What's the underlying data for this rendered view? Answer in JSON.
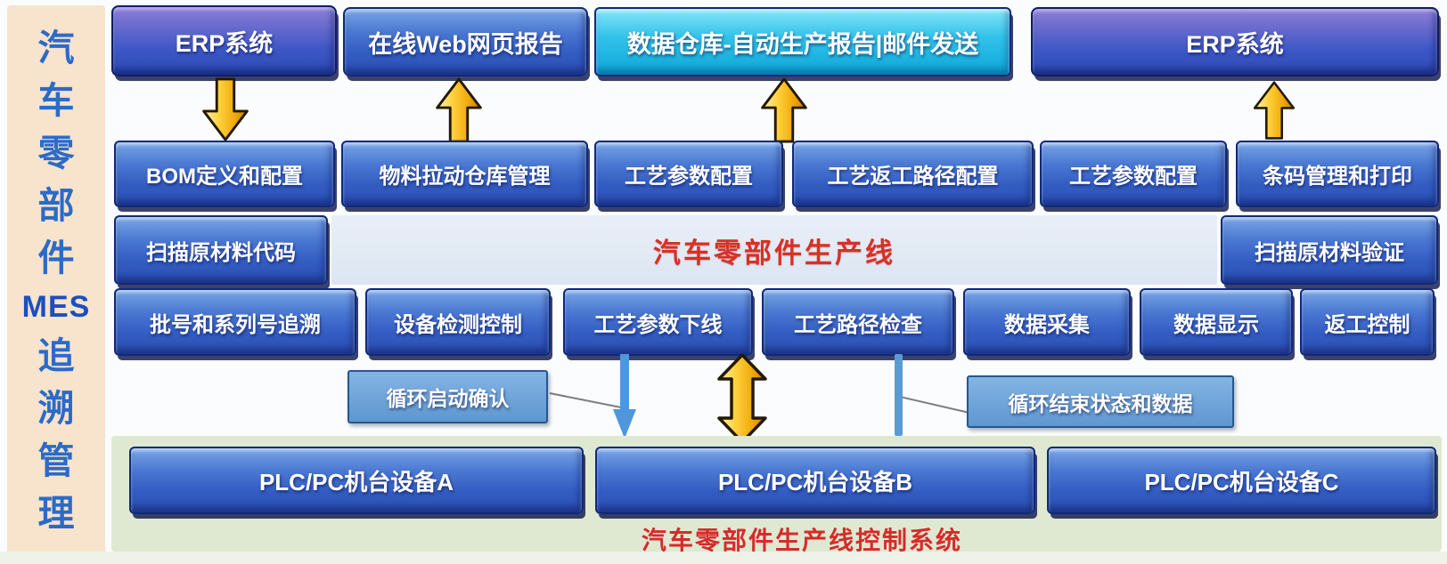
{
  "title": "汽车零部件MES追溯管理",
  "sidebar": {
    "chars": [
      "汽",
      "车",
      "零",
      "部",
      "件",
      "MES",
      "追",
      "溯",
      "管",
      "理"
    ]
  },
  "top_row": {
    "erp_left": "ERP系统",
    "web_report": "在线Web网页报告",
    "warehouse_report": "数据仓库-自动生产报告|邮件发送",
    "erp_right": "ERP系统"
  },
  "config_row": [
    "BOM定义和配置",
    "物料拉动仓库管理",
    "工艺参数配置",
    "工艺返工路径配置",
    "工艺参数配置",
    "条码管理和打印"
  ],
  "line_row": {
    "left": "扫描原材料代码",
    "center": "汽车零部件生产线",
    "right": "扫描原材料验证"
  },
  "exec_row": [
    "批号和系列号追溯",
    "设备检测控制",
    "工艺参数下线",
    "工艺路径检查",
    "数据采集",
    "数据显示",
    "返工控制"
  ],
  "loop": {
    "start": "循环启动确认",
    "end": "循环结束状态和数据"
  },
  "plc_row": [
    "PLC/PC机台设备A",
    "PLC/PC机台设备B",
    "PLC/PC机台设备C"
  ],
  "bottom_caption": "汽车零部件生产线控制系统",
  "colors": {
    "box_blue": "#3a67c8",
    "box_purple_top": "#8d7fd8",
    "box_cyan": "#1fb4e4",
    "band_bg": "#dee8f3",
    "band_text": "#d93025",
    "green_bg": "#dfe9d2",
    "caption_red": "#d62b2b",
    "sidebar_bg": "#f8e3cc",
    "sidebar_text": "#2b6bc8",
    "arrow_gold": "#ffd23e",
    "arrow_blue": "#5b9bd5"
  }
}
